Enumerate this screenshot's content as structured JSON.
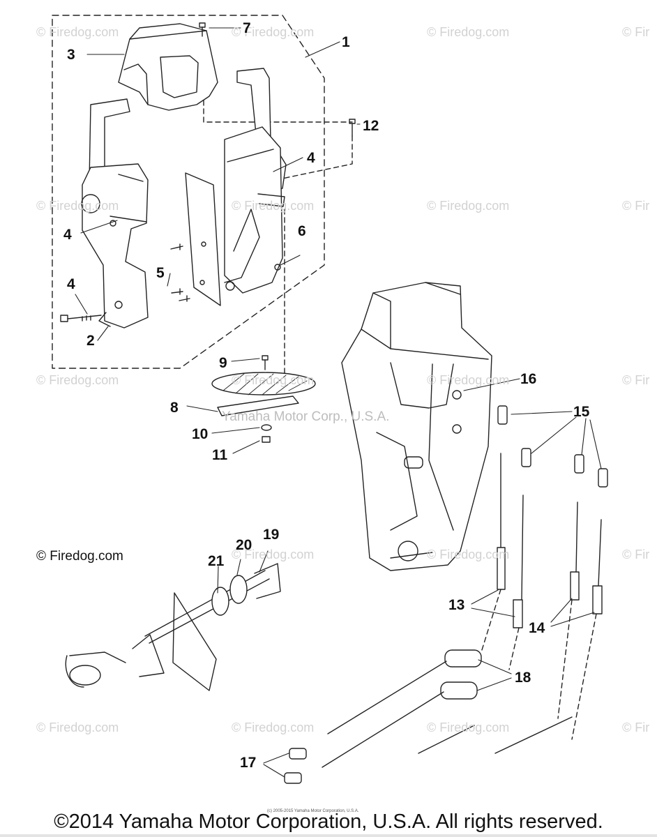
{
  "watermark_text": "© Firedog.com",
  "watermark_partial": "© Fir",
  "corporate_watermark": "Yamaha Motor Corp., U.S.A.",
  "corner_copyright": "© Firedog.com",
  "fine_print": "(c) 2005-2015 Yamaha Motor Corporation, U.S.A.",
  "footer": "©2014 Yamaha Motor Corporation, U.S.A. All rights reserved.",
  "callouts": {
    "c1": "1",
    "c2": "2",
    "c3": "3",
    "c4a": "4",
    "c4b": "4",
    "c4c": "4",
    "c5": "5",
    "c6": "6",
    "c7": "7",
    "c8": "8",
    "c9": "9",
    "c10": "10",
    "c11": "11",
    "c12": "12",
    "c13": "13",
    "c14": "14",
    "c15": "15",
    "c16": "16",
    "c17": "17",
    "c18": "18",
    "c19": "19",
    "c20": "20",
    "c21": "21"
  },
  "colors": {
    "line": "#222222",
    "watermark": "#d2d2d2",
    "background": "#ffffff"
  }
}
